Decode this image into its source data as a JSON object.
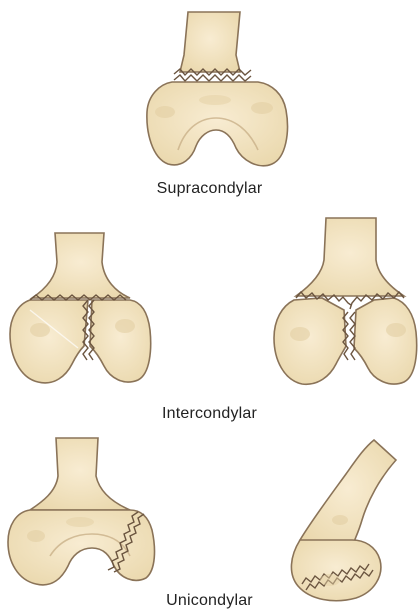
{
  "captions": {
    "supracondylar": "Supracondylar",
    "intercondylar": "Intercondylar",
    "unicondylar": "Unicondylar"
  },
  "colors": {
    "bone_fill": "#f4e6c4",
    "bone_outline": "#8a7358",
    "bone_shade": "#e3cfa3",
    "fracture_line": "#6b5540",
    "caption_text": "#222222"
  },
  "diagrams": [
    {
      "group": "supracondylar",
      "view": "front",
      "fracture": "transverse-zigzag"
    },
    {
      "group": "intercondylar",
      "view": "front",
      "fracture": "T-pattern"
    },
    {
      "group": "intercondylar",
      "view": "front",
      "fracture": "Y-pattern"
    },
    {
      "group": "unicondylar",
      "view": "front",
      "fracture": "oblique-condyle"
    },
    {
      "group": "unicondylar",
      "view": "lateral",
      "fracture": "oblique-condyle"
    }
  ]
}
